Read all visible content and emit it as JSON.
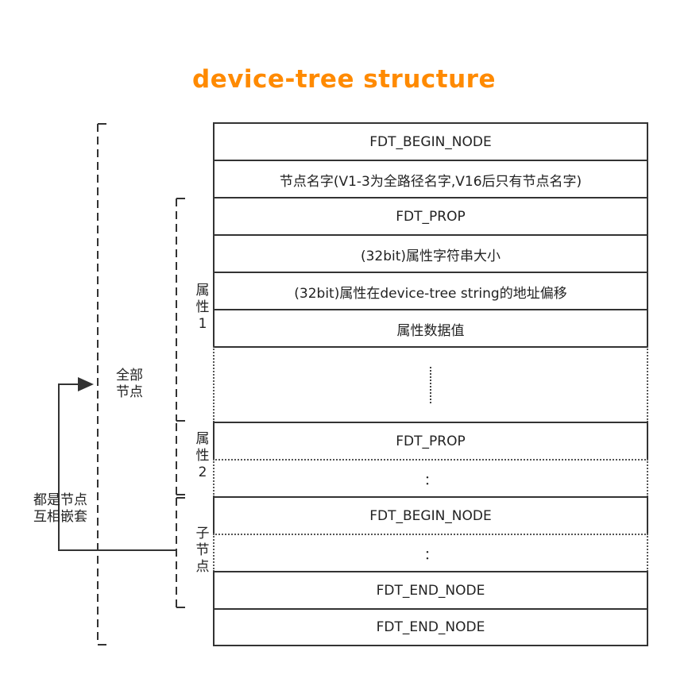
{
  "title": {
    "text": "device-tree structure",
    "color": "#ff8a00"
  },
  "rows": [
    {
      "text": "FDT_BEGIN_NODE"
    },
    {
      "text": "节点名字(V1-3为全路径名字,V16后只有节点名字)"
    },
    {
      "text": "FDT_PROP"
    },
    {
      "text": "(32bit)属性字符串大小"
    },
    {
      "text": "(32bit)属性在device-tree string的地址偏移"
    },
    {
      "text": "属性数据值"
    },
    {
      "text": ""
    },
    {
      "text": "FDT_PROP"
    },
    {
      "text": "："
    },
    {
      "text": "FDT_BEGIN_NODE"
    },
    {
      "text": "："
    },
    {
      "text": "FDT_END_NODE"
    },
    {
      "text": "FDT_END_NODE"
    }
  ],
  "labels": {
    "all_nodes": [
      "全部",
      "节点"
    ],
    "prop1": [
      "属",
      "性",
      "1"
    ],
    "prop2": [
      "属",
      "性",
      "2"
    ],
    "child_node": [
      "子",
      "节",
      "点"
    ],
    "nesting": [
      "都是节点",
      "互相嵌套"
    ]
  }
}
